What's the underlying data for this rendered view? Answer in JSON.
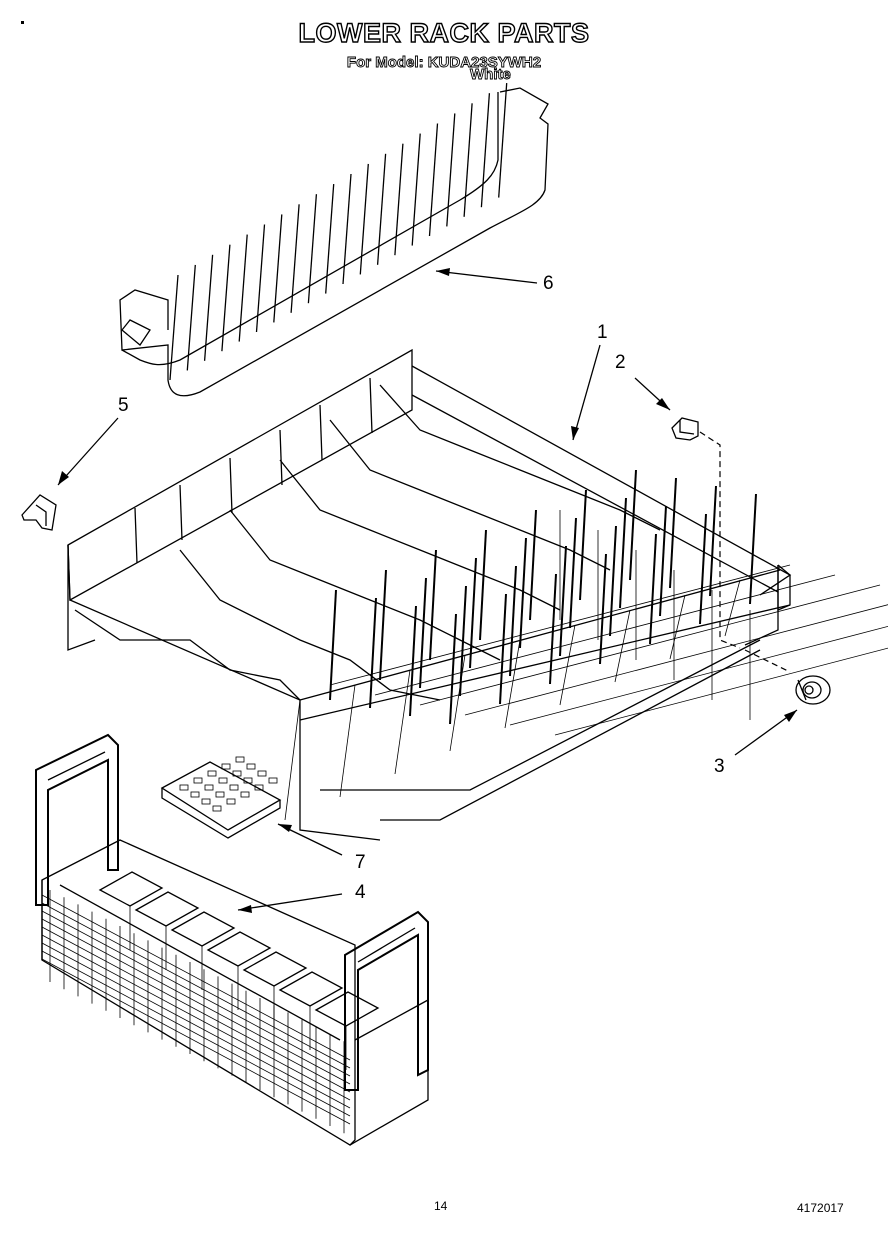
{
  "header": {
    "title": "LOWER RACK PARTS",
    "model_line": "For Model: KUDA23SYWH2",
    "color_line": "White"
  },
  "callouts": [
    "1",
    "2",
    "3",
    "4",
    "5",
    "6",
    "7"
  ],
  "footer": {
    "page_number": "14",
    "doc_number": "4172017"
  }
}
